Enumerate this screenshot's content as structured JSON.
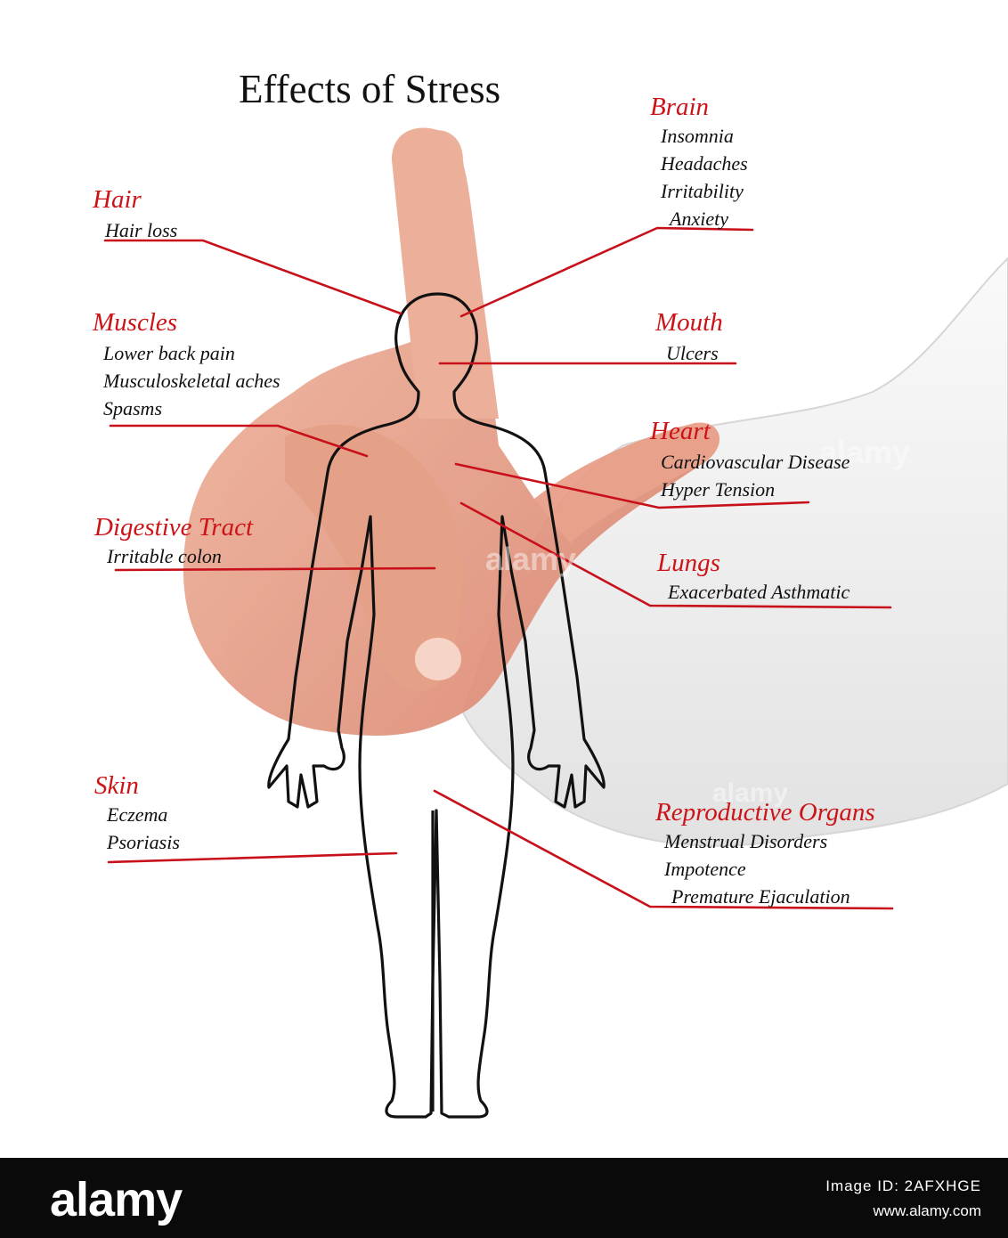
{
  "title": "Effects of Stress",
  "groups": {
    "hair": {
      "heading": "Hair",
      "items": [
        "Hair loss"
      ]
    },
    "muscles": {
      "heading": "Muscles",
      "items": [
        "Lower back pain",
        "Musculoskeletal aches",
        "Spasms"
      ]
    },
    "digestive": {
      "heading": "Digestive Tract",
      "items": [
        "Irritable colon"
      ]
    },
    "skin": {
      "heading": "Skin",
      "items": [
        "Eczema",
        "Psoriasis"
      ]
    },
    "brain": {
      "heading": "Brain",
      "items": [
        "Insomnia",
        "Headaches",
        "Irritability",
        "Anxiety"
      ]
    },
    "mouth": {
      "heading": "Mouth",
      "items": [
        "Ulcers"
      ]
    },
    "heart": {
      "heading": "Heart",
      "items": [
        "Cardiovascular Disease",
        "Hyper Tension"
      ]
    },
    "lungs": {
      "heading": "Lungs",
      "items": [
        "Exacerbated Asthmatic"
      ]
    },
    "reproductive": {
      "heading": "Reproductive Organs",
      "items": [
        "Menstrual Disorders",
        "Impotence",
        "Premature Ejaculation"
      ]
    }
  },
  "footer": {
    "brand": "alamy",
    "image_id": "Image ID: 2AFXHGE",
    "url": "www.alamy.com"
  },
  "colors": {
    "heading": "#cc1418",
    "leader_line": "#c8101a",
    "text": "#111111",
    "skin": "#e8a088",
    "sleeve": "#f2f2f2",
    "footer_bg": "#0a0a0a"
  }
}
